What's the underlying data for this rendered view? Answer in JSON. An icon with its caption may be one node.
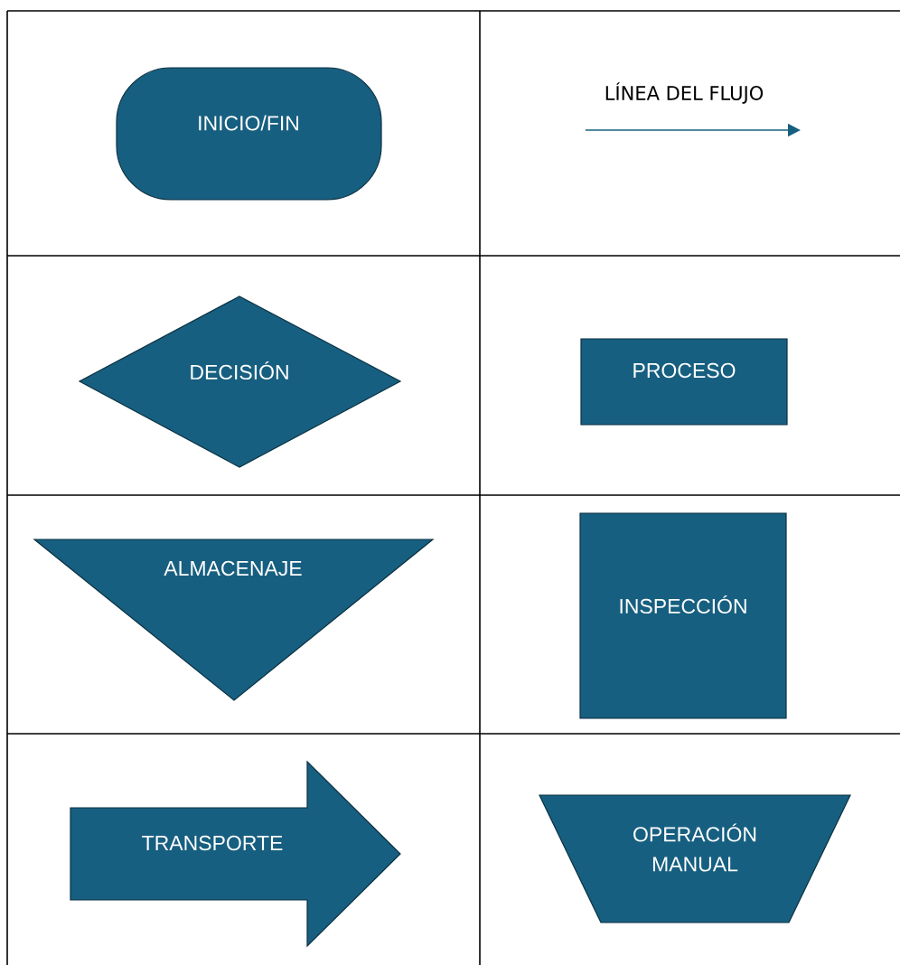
{
  "diagram": {
    "nodes": [
      {
        "text": [
          "INICIO/FIN"
        ]
      },
      {
        "text": [
          "DECISIÓN"
        ]
      },
      {
        "text": [
          "PROCESO"
        ]
      },
      {
        "text": [
          "ALMACENAJE"
        ]
      },
      {
        "text": [
          "INSPECCIÓN"
        ]
      },
      {
        "text": [
          "TRANSPORTE"
        ]
      },
      {
        "text": [
          "OPERACIÓN MANUAL"
        ]
      }
    ],
    "edges": [],
    "labels": [
      "LÍNEA DEL FLUJO"
    ]
  }
}
